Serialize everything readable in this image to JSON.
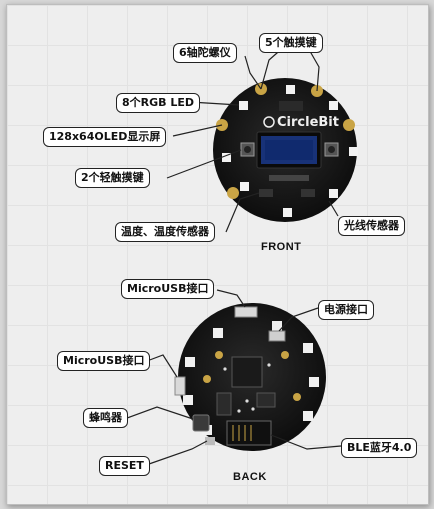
{
  "front": {
    "caption": "FRONT",
    "board_logo": "CircleBit",
    "labels": {
      "gyro": "6轴陀螺仪",
      "touch5": "5个触摸键",
      "rgb": "8个RGB LED",
      "oled": "128x64OLED显示屏",
      "touch2": "2个轻触摸键",
      "temp": "温度、温度传感器",
      "light": "光线传感器"
    }
  },
  "back": {
    "caption": "BACK",
    "labels": {
      "usb_top": "MicroUSB接口",
      "power": "电源接口",
      "usb_left": "MicroUSB接口",
      "buzzer": "蜂鸣器",
      "reset": "RESET",
      "ble": "BLE蓝牙4.0"
    }
  },
  "colors": {
    "pcb": "#151515",
    "gold_pad": "#c9a445",
    "oled_blue": "#1b3a8c",
    "label_bg": "#ffffff"
  }
}
